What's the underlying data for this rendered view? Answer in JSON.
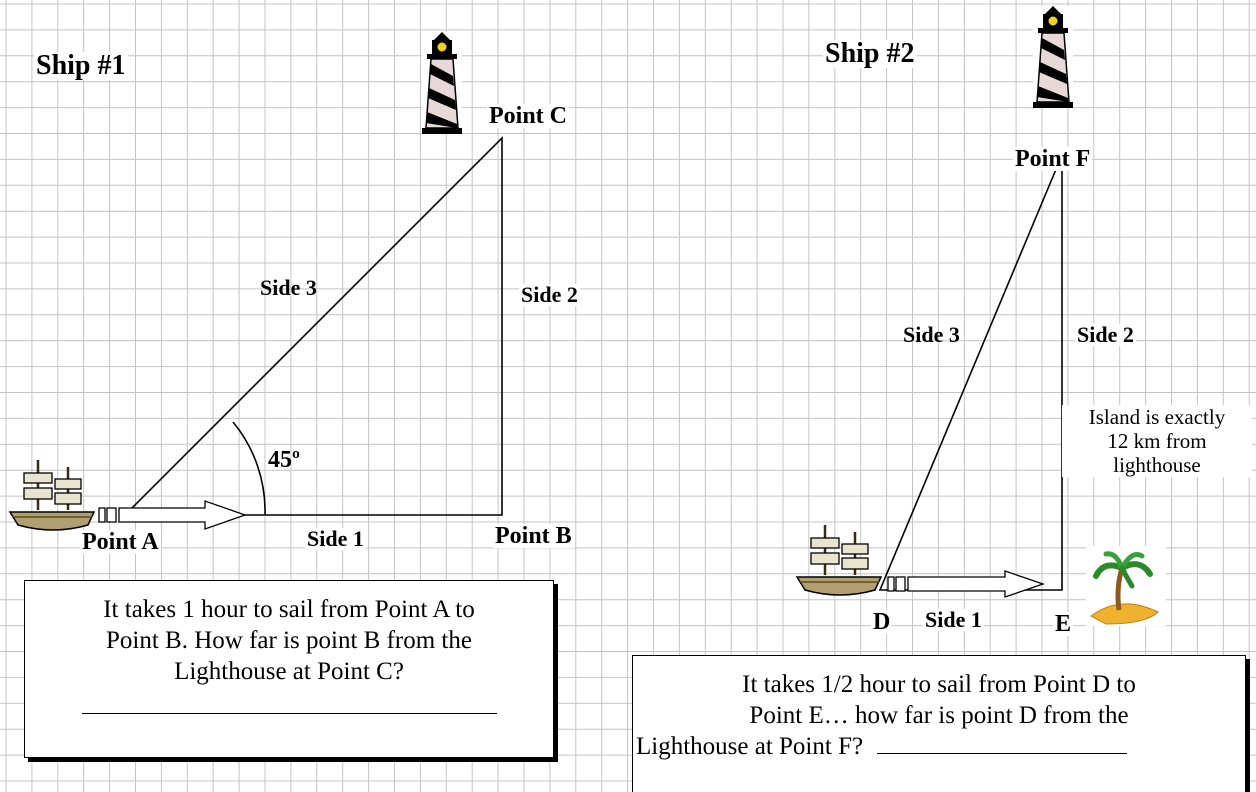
{
  "ship1": {
    "title": "Ship #1",
    "points": {
      "a": "Point A",
      "b": "Point B",
      "c": "Point C"
    },
    "sides": {
      "side1": "Side 1",
      "side2": "Side 2",
      "side3": "Side 3"
    },
    "angle": "45º",
    "question": {
      "line1": "It takes 1 hour to sail from Point A to",
      "line2": "Point B. How far is point B from the",
      "line3": "Lighthouse at Point C?"
    }
  },
  "ship2": {
    "title": "Ship #2",
    "points": {
      "d": "D",
      "e": "E",
      "f": "Point F"
    },
    "sides": {
      "side1": "Side 1",
      "side2": "Side 2",
      "side3": "Side 3"
    },
    "island_note": {
      "line1": "Island is exactly",
      "line2": "12 km from",
      "line3": "lighthouse"
    },
    "question": {
      "line1": "It takes 1/2 hour to sail from Point D to",
      "line2": "Point E… how far is point D from the",
      "line3": "Lighthouse at Point F?"
    }
  },
  "icons": [
    "sailing-ship-icon",
    "lighthouse-icon",
    "arrow-icon",
    "palm-island-icon"
  ]
}
